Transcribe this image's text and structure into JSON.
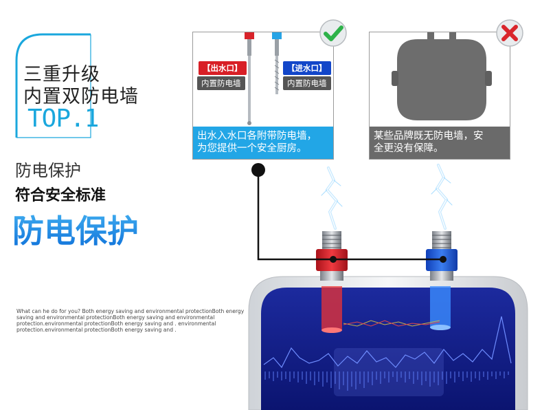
{
  "left": {
    "title_line1": "三重升级",
    "title_line2": "内置双防电墙",
    "title_badge": "TOP.1",
    "sub_line1": "防电保护",
    "sub_line2": "符合安全标准",
    "sub_line3": "防电保护",
    "english_text": "What can he do for you? Both energy saving and environmental protectionBoth energy saving and environmental protectionBoth energy saving and environmental protection.environmental protectionBoth energy saving and . environmental protection.environmental protectionBoth energy saving and ."
  },
  "panel_good": {
    "tag_out": "【出水口】",
    "tag_in": "【进水口】",
    "tag_wall_out": "内置防电墙",
    "tag_wall_in": "内置防电墙",
    "caption_line1": "出水入水口各附带防电墙，",
    "caption_line2": "为您提供一个安全厨房。",
    "badge_icon": "check-icon"
  },
  "panel_bad": {
    "caption_line1": "某些品牌既无防电墙，安",
    "caption_line2": "全更没有保障。",
    "badge_icon": "cross-icon"
  },
  "colors": {
    "accent_blue": "#1aa7dd",
    "outlet_red": "#d81f26",
    "inlet_blue": "#1246c9",
    "caption_blue": "#22a6e6",
    "caption_gray": "#6a6a6a",
    "check_green": "#2eb24a",
    "cross_red": "#d9262c"
  }
}
